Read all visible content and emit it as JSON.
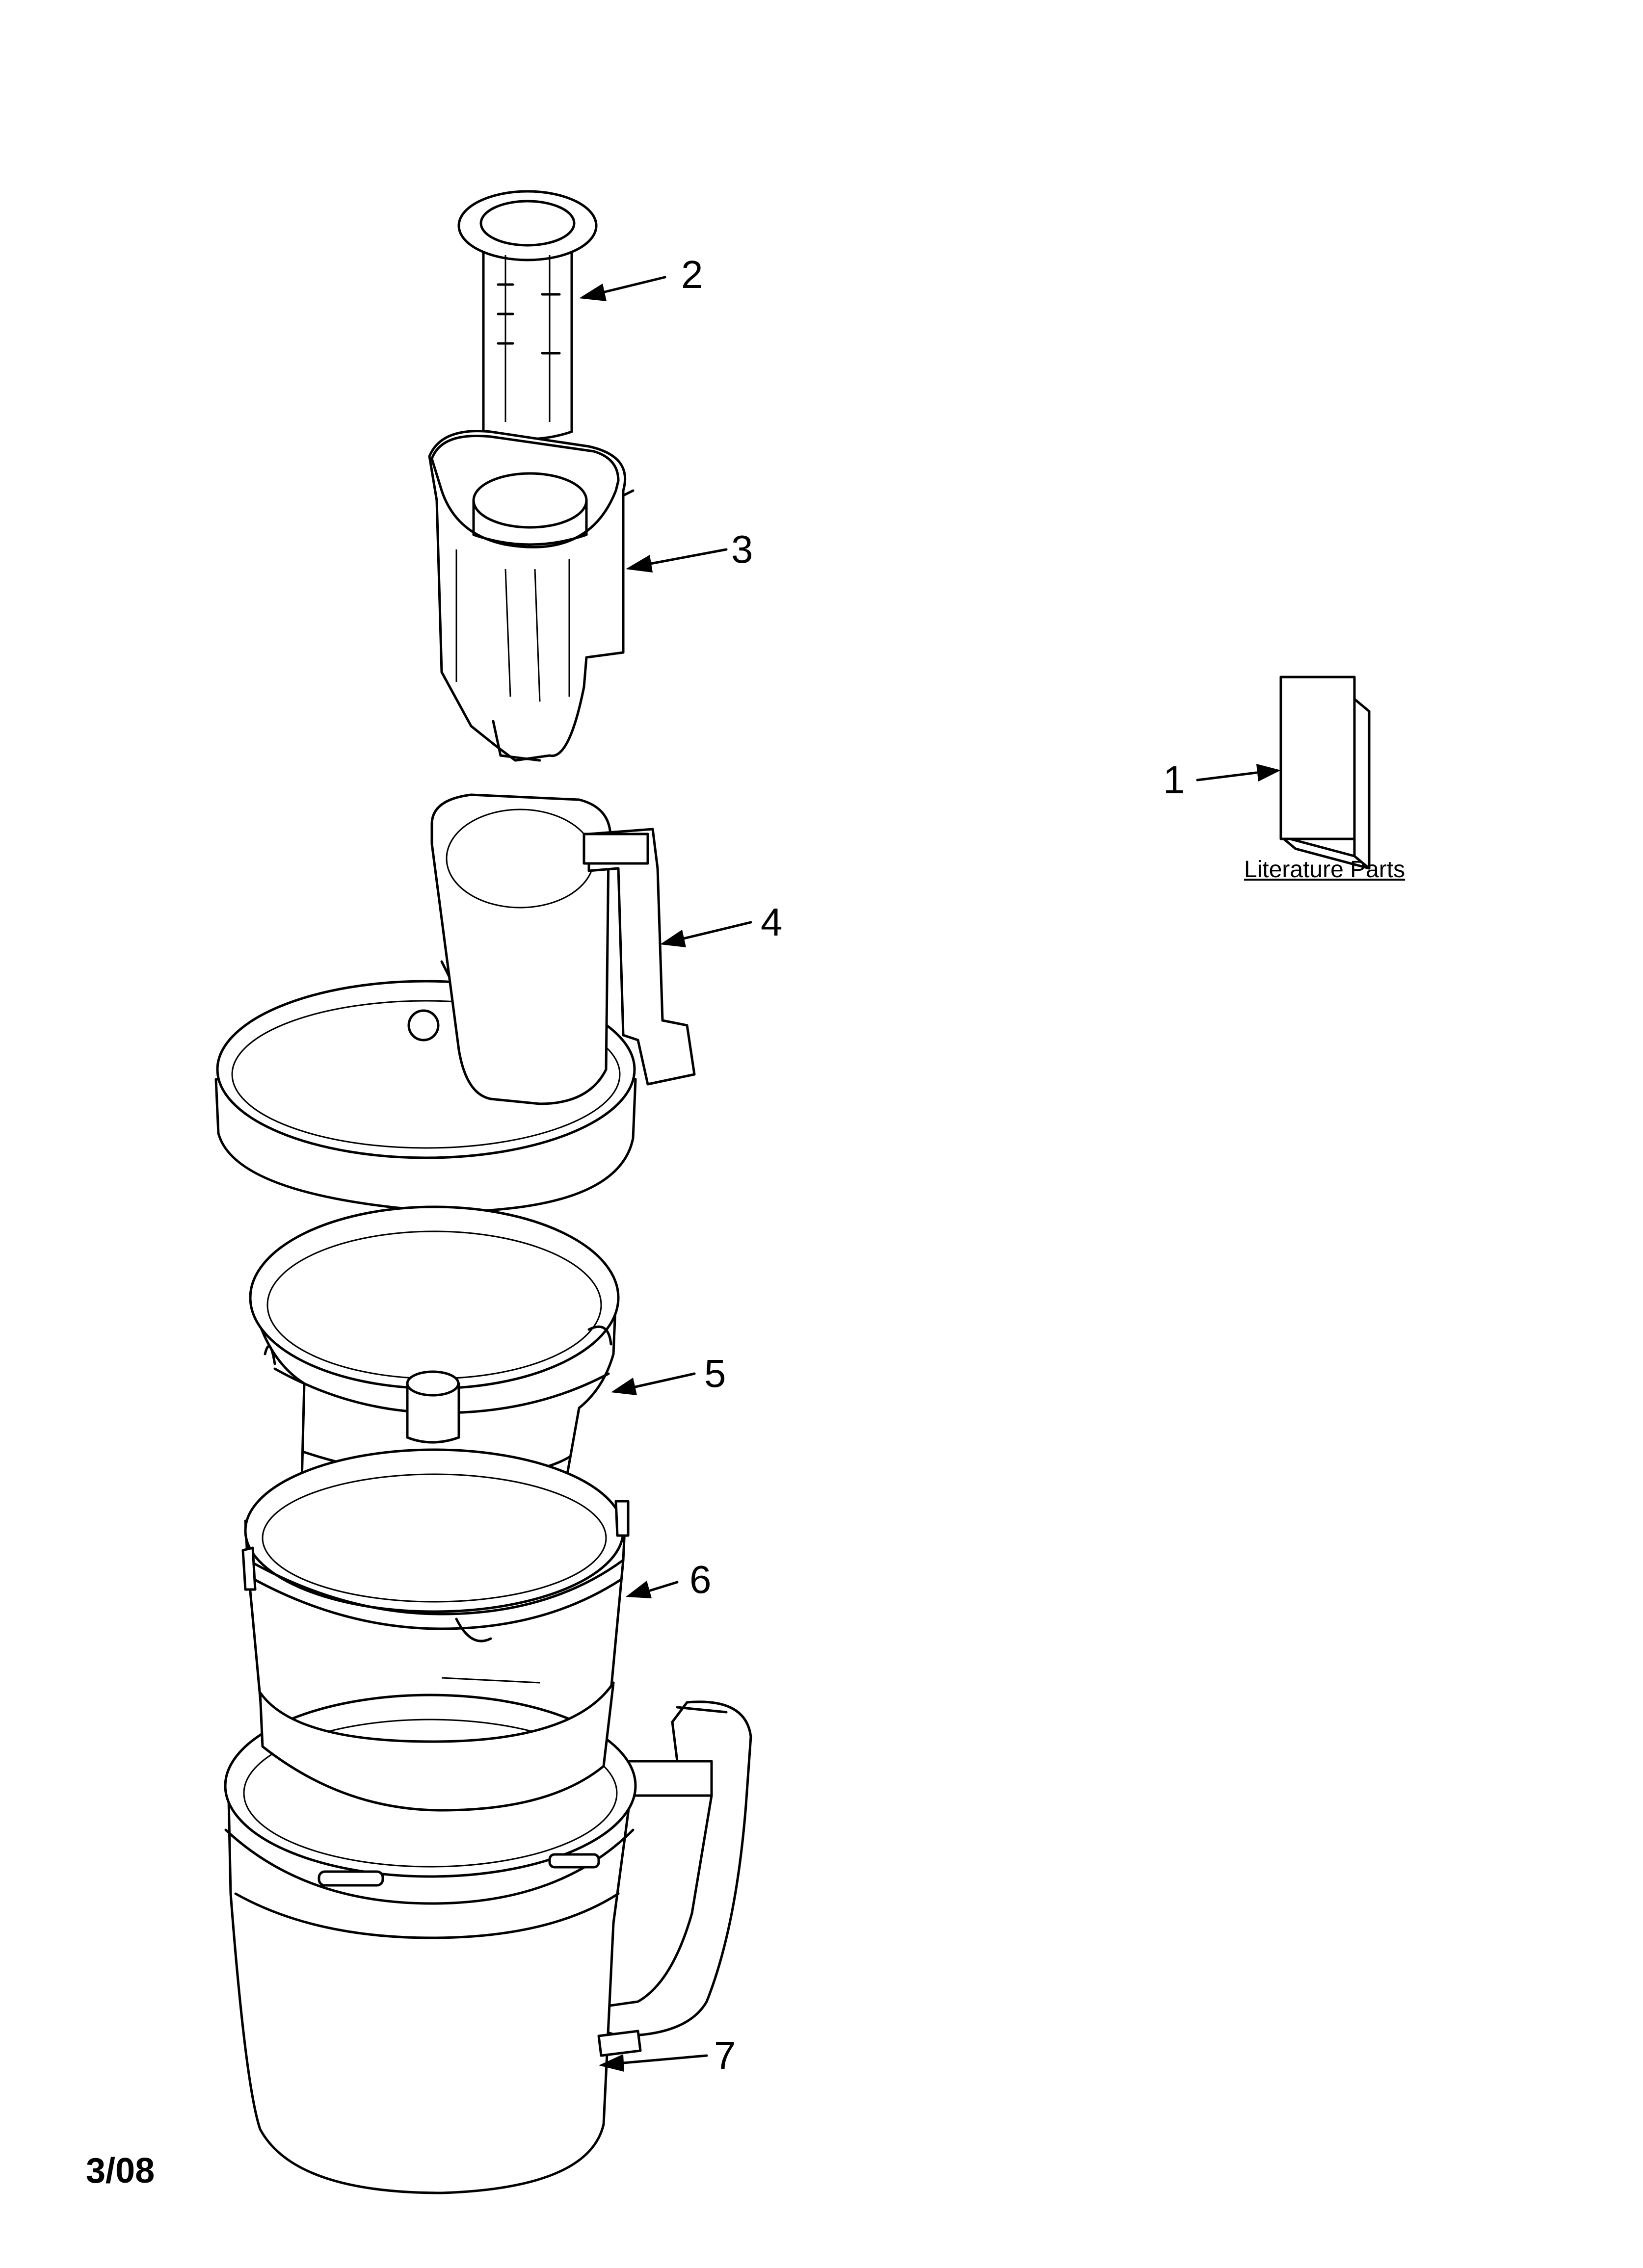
{
  "callouts": {
    "part_1": "1",
    "part_2": "2",
    "part_3": "3",
    "part_4": "4",
    "part_5": "5",
    "part_6": "6",
    "part_7": "7"
  },
  "literature_label": "Literature Parts",
  "date_code": "3/08"
}
